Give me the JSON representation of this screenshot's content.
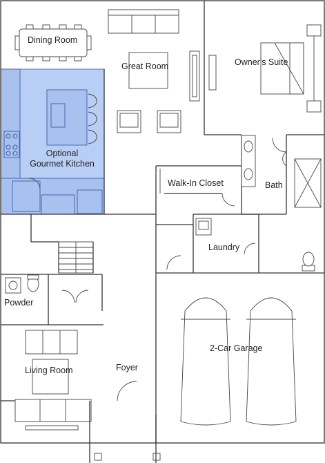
{
  "floor_plan": {
    "rooms": {
      "dining_room": "Dining Room",
      "great_room": "Great Room",
      "owners_suite": "Owner's Suite",
      "kitchen_line1": "Optional",
      "kitchen_line2": "Gourmet Kitchen",
      "walk_in_closet": "Walk-In Closet",
      "bath": "Bath",
      "laundry": "Laundry",
      "powder": "Powder",
      "garage": "2-Car Garage",
      "living_room": "Living Room",
      "foyer": "Foyer"
    },
    "colors": {
      "highlight_fill": "#b8cef5",
      "highlight_stroke": "#4a6fc0",
      "wall": "#333333",
      "background": "#ffffff"
    }
  }
}
